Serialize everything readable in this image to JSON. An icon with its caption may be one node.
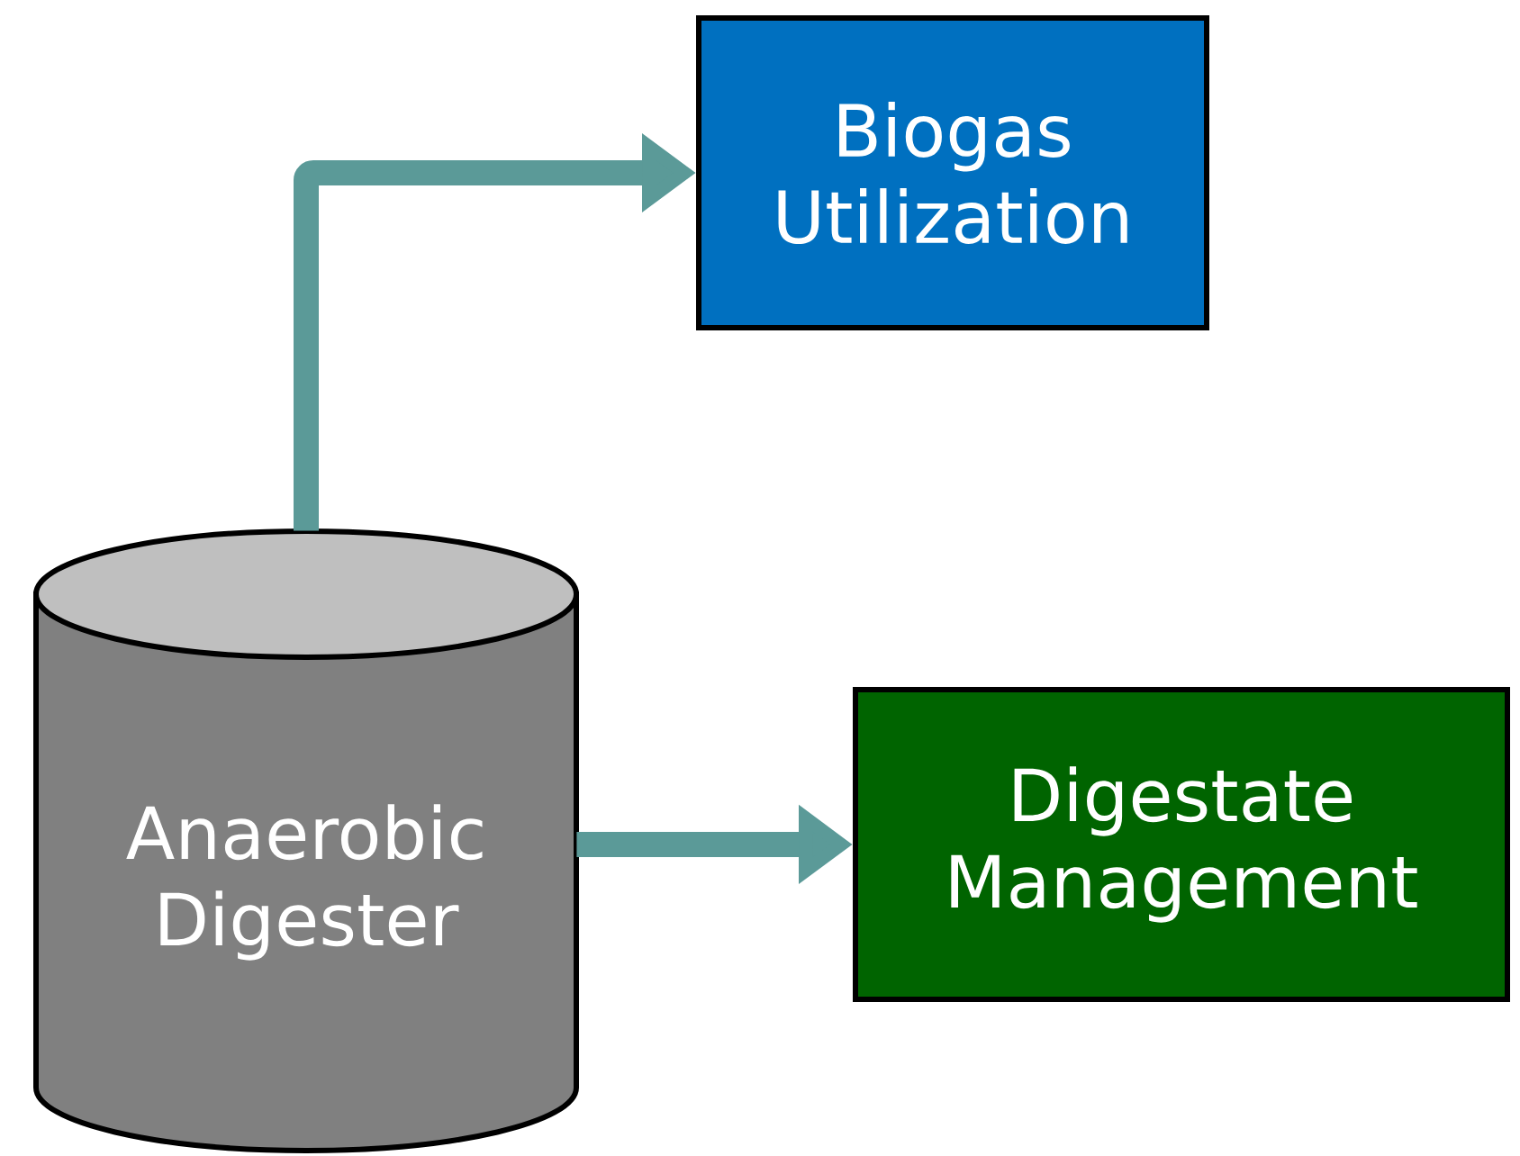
{
  "diagram": {
    "nodes": [
      {
        "text": [
          "Anaerobic Digester"
        ]
      },
      {
        "text": [
          "Biogas Utilization"
        ]
      },
      {
        "text": [
          "Digestate Management"
        ]
      }
    ],
    "edges": [
      {
        "from": 0,
        "to": 1,
        "arrow": "to"
      },
      {
        "from": 0,
        "to": 2,
        "arrow": "to"
      }
    ]
  }
}
